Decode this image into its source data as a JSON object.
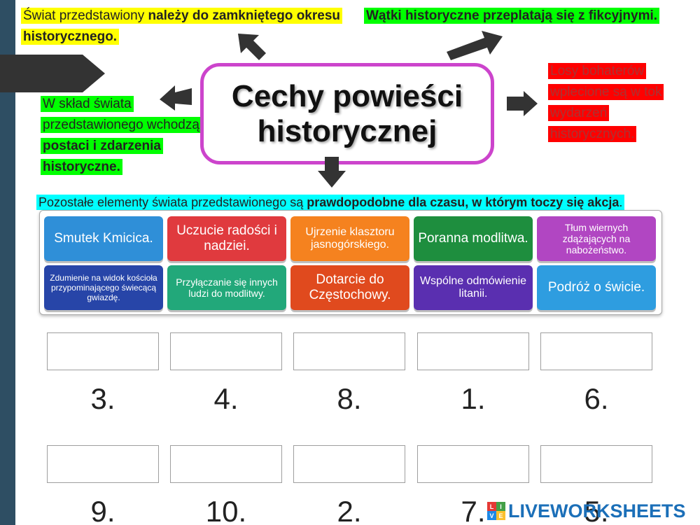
{
  "title": {
    "line1": "Cechy powieści",
    "line2": "historycznej"
  },
  "notes": {
    "top_left": {
      "text1": "Świat przedstawiony ",
      "bold1": "należy do zamkniętego okresu historycznego."
    },
    "top_right": {
      "bold1": "Wątki historyczne przeplatają się z fikcyjnymi."
    },
    "left": {
      "text1": "W skład świata przedstawionego wchodzą ",
      "bold1": "postaci i zdarzenia historyczne."
    },
    "right": {
      "text1": "Losy bohaterów wplecione są w tok wydarzeń historycznych."
    },
    "bottom": {
      "text1": "Pozostałe elementy świata przedstawionego są ",
      "bold1": "prawdopodobne dla czasu, w którym toczy się akcja",
      "text2": "."
    }
  },
  "tiles": [
    {
      "label": "Smutek Kmicica.",
      "color": "#2f8fd8"
    },
    {
      "label": "Uczucie radości i nadziei.",
      "color": "#e03a3e"
    },
    {
      "label": "Ujrzenie klasztoru jasnogórskiego.",
      "color": "#f5821f"
    },
    {
      "label": "Poranna modlitwa.",
      "color": "#1e8e3e"
    },
    {
      "label": "Tłum wiernych zdążających na nabożeństwo.",
      "color": "#b146c2"
    },
    {
      "label": "Zdumienie na widok kościoła przypominającego świecącą gwiazdę.",
      "color": "#2745a8"
    },
    {
      "label": "Przyłączanie się innych ludzi do modlitwy.",
      "color": "#22a87a"
    },
    {
      "label": "Dotarcie do Częstochowy.",
      "color": "#e04a1e"
    },
    {
      "label": "Wspólne odmówienie litanii.",
      "color": "#5a2fb0"
    },
    {
      "label": "Podróż o świcie.",
      "color": "#2e9de0"
    }
  ],
  "row1_numbers": [
    "3.",
    "4.",
    "8.",
    "1.",
    "6."
  ],
  "row2_numbers": [
    "9.",
    "10.",
    "2.",
    "7.",
    "5."
  ],
  "watermark": {
    "text": "LIVEWORKSHEETS",
    "logo_letters": [
      "L",
      "I",
      "V",
      "E"
    ]
  }
}
